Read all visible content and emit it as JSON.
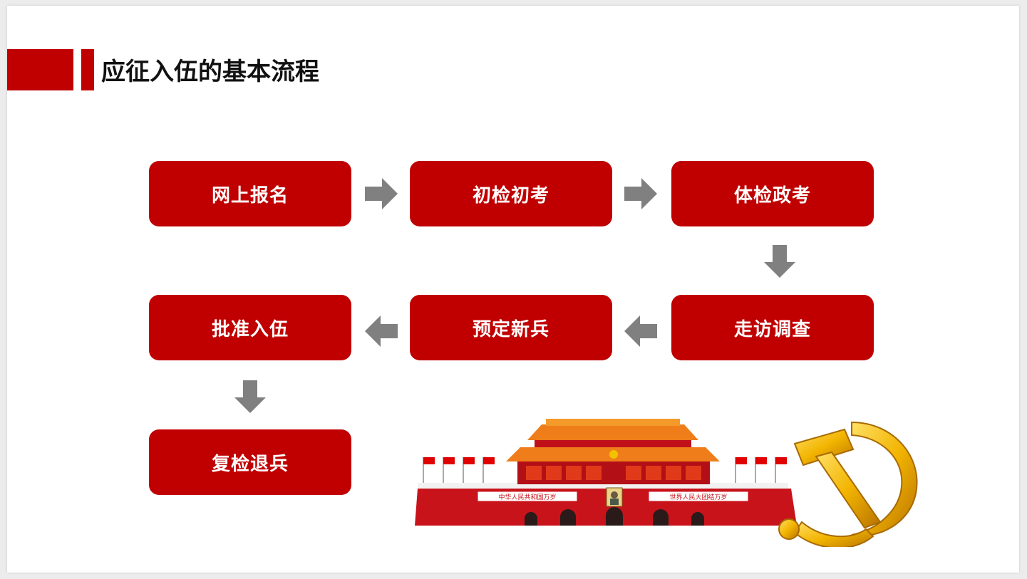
{
  "title": "应征入伍的基本流程",
  "steps": [
    {
      "id": "online-registration",
      "label": "网上报名"
    },
    {
      "id": "initial-check",
      "label": "初检初考"
    },
    {
      "id": "physical-political",
      "label": "体检政考"
    },
    {
      "id": "home-visit",
      "label": "走访调查"
    },
    {
      "id": "preselect-recruits",
      "label": "预定新兵"
    },
    {
      "id": "approve-enlist",
      "label": "批准入伍"
    },
    {
      "id": "recheck-discharge",
      "label": "复检退兵"
    }
  ],
  "illustration": {
    "left_banner": "中华人民共和国万岁",
    "right_banner": "世界人民大团结万岁"
  },
  "colors": {
    "primary_red": "#c00000",
    "arrow_gray": "#808080",
    "gold": "#f2b400"
  }
}
